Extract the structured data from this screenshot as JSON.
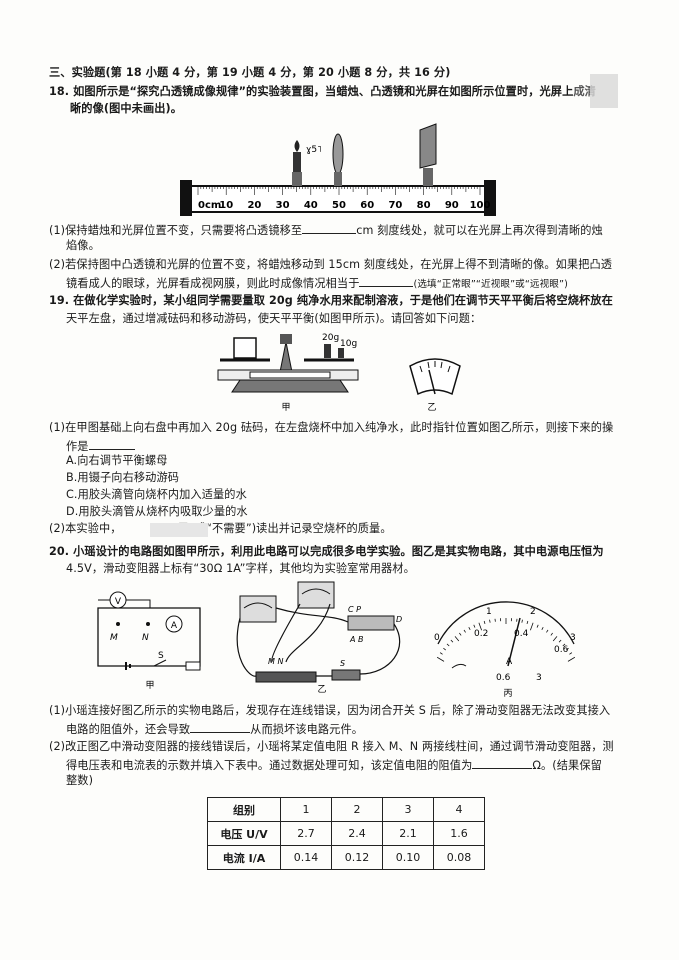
{
  "section3": {
    "header": "三、实验题(第 18 小题 4 分，第 19 小题 4 分，第 20 小题 8 分，共 16 分)"
  },
  "q18": {
    "line1": "18.  如图所示是“探究凸透镜成像规律”的实验装置图，当蜡烛、凸透镜和光屏在如图所示位置时，光屏上",
    "line1_tail": "成清",
    "line2": "晰的像(图中未画出)。",
    "ruler_unit": "0cm",
    "ruler_ticks": [
      "10",
      "20",
      "30",
      "40",
      "50",
      "60",
      "70",
      "80",
      "90",
      "100"
    ],
    "sub1_a": "(1)保持蜡烛和光屏位置不变，只需要将凸透镜移至",
    "sub1_b": "cm 刻度线处，就可以在光屏上再次得到清晰的烛",
    "sub1_c": "焰像。",
    "sub2_a": "(2)若保持图中凸透镜和光屏的位置不变，将蜡烛移动到 15cm 刻度线处，在光屏上得不到清晰的像。如果把凸透",
    "sub2_b": "镜看成人的眼球，光屏看成视网膜，则此时成像情况相当于",
    "sub2_c": "(选填“正常眼”“近视眼”或“远视眼”)"
  },
  "q19": {
    "line1": "19.  在做化学实验时，某小组同学需要量取 20g 纯净水用来配制溶液，于是他们在调节天平平衡后将空烧杯放在",
    "line2": "天平左盘，通过增减砝码和移动游码，使天平平衡(如图甲所示)。请回答如下问题：",
    "weights": [
      "20g",
      "10g"
    ],
    "fig_jia": "甲",
    "fig_yi": "乙",
    "sub1_a": "(1)在甲图基础上向右盘中再加入 20g 砝码，在左盘烧杯中加入纯净水，此时指针位置如图乙所示，则接下来的操",
    "sub1_b": "作是",
    "options": [
      "A.向右调节平衡螺母",
      "B.用镊子向右移动游码",
      "C.用胶头滴管向烧杯内加入适量的水",
      "D.用胶头滴管从烧杯内吸取少量的水"
    ],
    "sub2_a": "(2)本实验中，",
    "sub2_b": "需”或“不需要”)读出并记录空烧杯的质量。"
  },
  "q20": {
    "line1": "20.  小瑶设计的电路图如图甲所示，利用此电路可以完成很多电学实验。图乙是其实物电路，其中电源电压恒为",
    "line2": "4.5V，滑动变阻器上标有“30Ω   1A”字样，其他均为实验室常用器材。",
    "circuit_labels": {
      "V": "V",
      "A": "A",
      "M": "M",
      "N": "N",
      "S": "S"
    },
    "fig_jia": "甲",
    "fig_yi": "乙",
    "fig_bing": "丙",
    "meter_top": [
      "1",
      "2"
    ],
    "meter_scale": [
      "0",
      "0.2",
      "0.4",
      "0.6",
      "3"
    ],
    "meter_bottom": [
      "A",
      "0.6",
      "3"
    ],
    "sub1_a": "(1)小瑶连接好图乙所示的实物电路后，发现存在连线错误，因为闭合开关 S 后，除了滑动变阻器无法改变其接入",
    "sub1_b": "电路的阻值外，还会导致",
    "sub1_c": "从而损坏该电路元件。",
    "sub2_a": "(2)改正图乙中滑动变阻器的接线错误后，小瑶将某定值电阻 R 接入 M、N 两接线柱间，通过调节滑动变阻器，测",
    "sub2_b": "得电压表和电流表的示数并填入下表中。通过数据处理可知，该定值电阻的阻值为",
    "sub2_c": "Ω。(结果保留",
    "sub2_d": "整数)"
  },
  "table": {
    "row_labels": [
      "组别",
      "电压 U/V",
      "电流 I/A"
    ],
    "groups": [
      "1",
      "2",
      "3",
      "4"
    ],
    "voltage": [
      "2.7",
      "2.4",
      "2.1",
      "1.6"
    ],
    "current": [
      "0.14",
      "0.12",
      "0.10",
      "0.08"
    ]
  }
}
